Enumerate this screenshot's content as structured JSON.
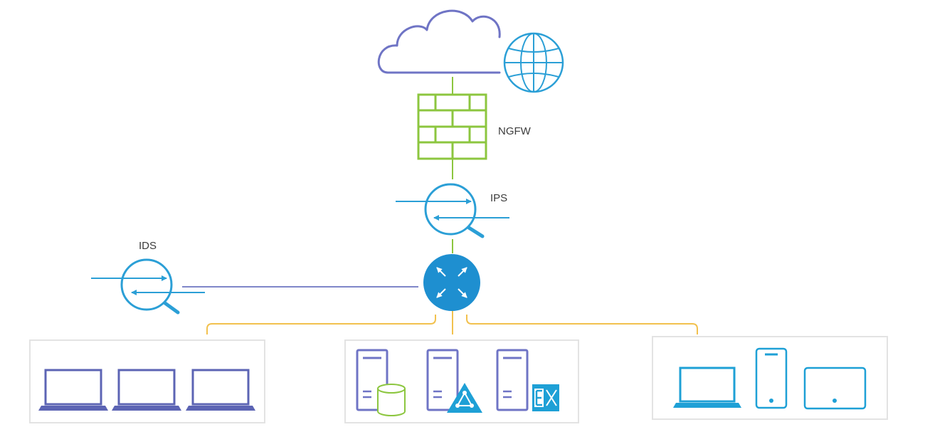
{
  "labels": {
    "firewall": "NGFW",
    "ips": "IPS",
    "ids": "IDS"
  },
  "icons": {
    "cloud": "cloud-icon",
    "internet": "globe-icon",
    "firewall": "brick-wall-icon",
    "ips": "magnifier-arrows-icon",
    "ids": "magnifier-arrows-icon",
    "switch": "switch-icon",
    "workstations": [
      "laptop-icon",
      "laptop-icon",
      "laptop-icon"
    ],
    "servers": [
      "database-server-icon",
      "directory-server-icon",
      "exchange-server-icon"
    ],
    "mobile": [
      "laptop-icon",
      "phone-icon",
      "tablet-icon"
    ]
  },
  "colors": {
    "cloud": "#6f74c5",
    "globe": "#2b9fd6",
    "firewall": "#8cc63f",
    "uplink": "#8cc63f",
    "ids_link": "#7f86c9",
    "access_links": "#f2c14e",
    "switch": "#1e8fd0",
    "laptop_dark": "#5c64b4",
    "server": "#6f74c5",
    "device_blue": "#1ea0d6",
    "group_border": "#e3e3e3"
  }
}
